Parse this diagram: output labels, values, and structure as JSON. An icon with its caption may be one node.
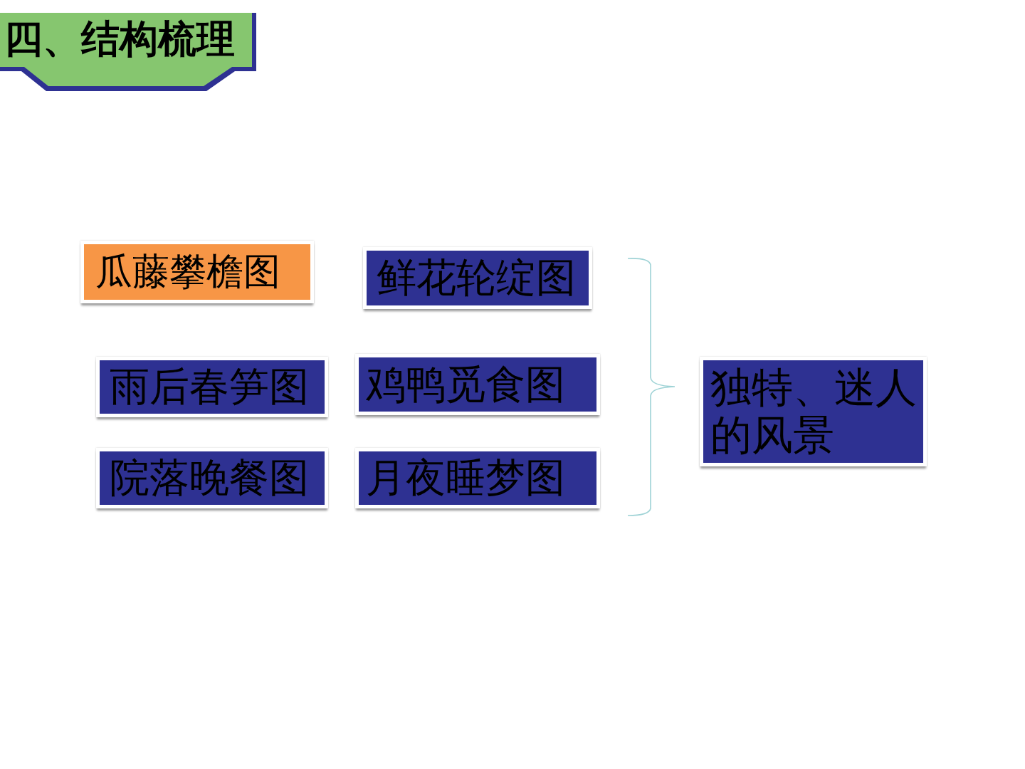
{
  "diagram": {
    "title": "四、结构梳理",
    "nodes": [
      {
        "text": [
          "瓜藤攀檐图"
        ]
      },
      {
        "text": [
          "鲜花轮绽图"
        ]
      },
      {
        "text": [
          "雨后春笋图"
        ]
      },
      {
        "text": [
          "鸡鸭觅食图"
        ]
      },
      {
        "text": [
          "院落晚餐图"
        ]
      },
      {
        "text": [
          "月夜睡梦图"
        ]
      },
      {
        "text": [
          "独特、迷人的风景"
        ]
      }
    ]
  }
}
